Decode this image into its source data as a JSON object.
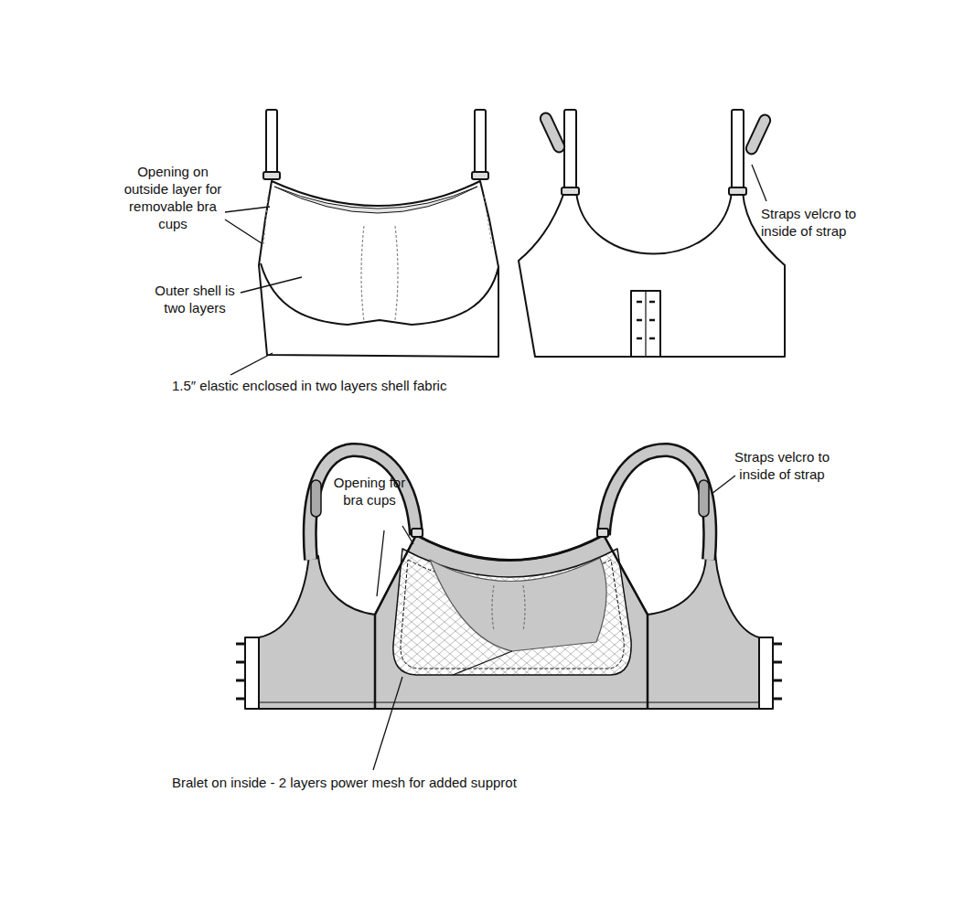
{
  "diagram": {
    "labels": [
      "Opening on outside layer for removable bra cups",
      "Outer shell is two layers",
      "1.5″ elastic enclosed in two layers shell fabric",
      "Straps velcro to inside of strap",
      "Straps velcro to inside of strap",
      "Opening for bra cups",
      "Bralet on inside - 2 layers power mesh for added supprot"
    ]
  }
}
